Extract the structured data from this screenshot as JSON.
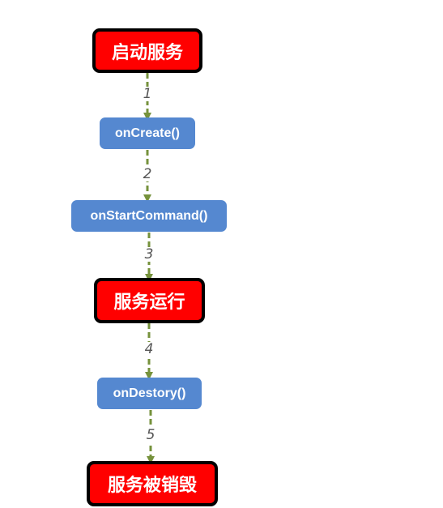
{
  "flow": {
    "nodes": {
      "start_service": "启动服务",
      "on_create": "onCreate()",
      "on_start_command": "onStartCommand()",
      "service_running": "服务运行",
      "on_destroy": "onDestory()",
      "service_destroyed": "服务被销毁"
    },
    "steps": [
      "1",
      "2",
      "3",
      "4",
      "5"
    ]
  },
  "colors": {
    "state_fill": "#ff0000",
    "state_border": "#000000",
    "method_fill": "#5588d0",
    "arrow": "#76923c"
  }
}
